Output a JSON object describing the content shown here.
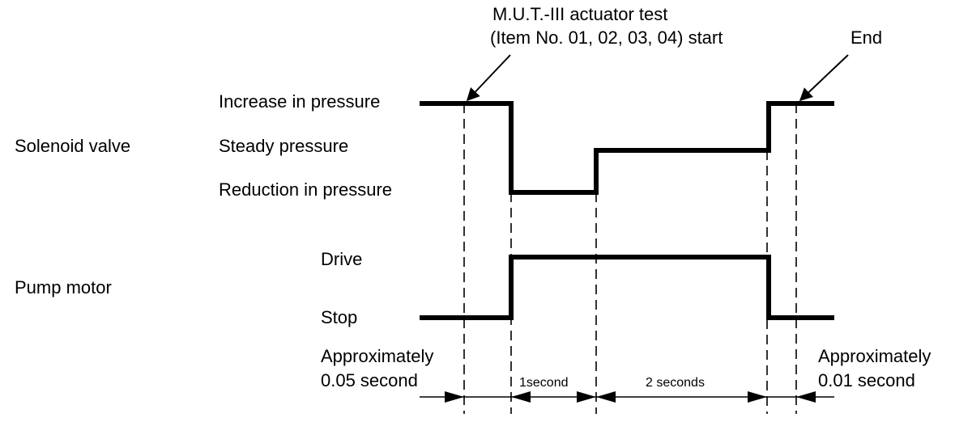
{
  "header": {
    "test_line1": "M.U.T.-III actuator test",
    "test_line2": "(Item No. 01, 02, 03, 04) start",
    "end_label": "End"
  },
  "solenoid": {
    "group_label": "Solenoid valve",
    "increase_label": "Increase in pressure",
    "steady_label": "Steady pressure",
    "reduction_label": "Reduction in pressure"
  },
  "pump": {
    "group_label": "Pump motor",
    "drive_label": "Drive",
    "stop_label": "Stop"
  },
  "timing": {
    "approx_left_line1": "Approximately",
    "approx_left_line2": "0.05 second",
    "one_second": "1second",
    "two_seconds": "2 seconds",
    "approx_right_line1": "Approximately",
    "approx_right_line2": "0.01 second"
  }
}
